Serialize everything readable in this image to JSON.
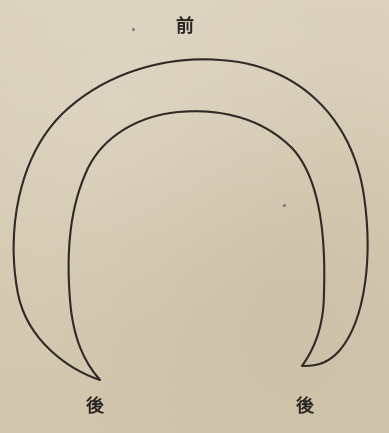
{
  "labels": {
    "front": "前",
    "back_left": "後",
    "back_right": "後"
  },
  "colors": {
    "paper": "#d7ccb6",
    "ink": "#2b2621"
  }
}
